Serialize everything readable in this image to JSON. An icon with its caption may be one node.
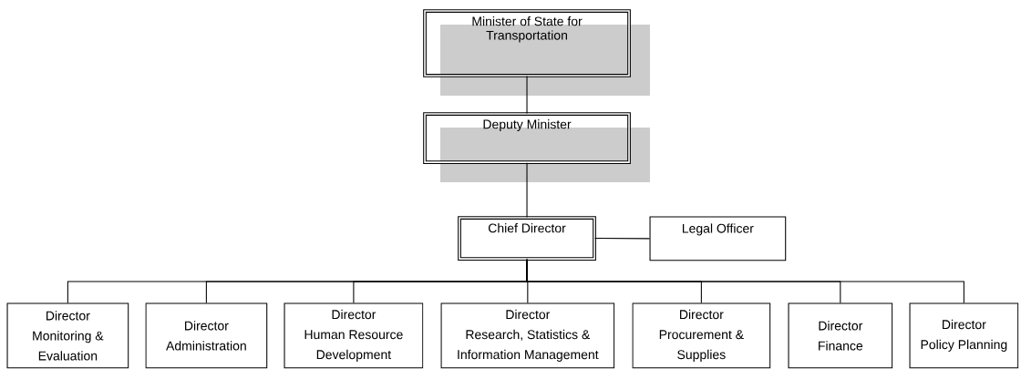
{
  "diagram": {
    "nodes": [
      {
        "text": [
          "Minister of State for Transportation"
        ]
      },
      {
        "text": [
          "Deputy Minister"
        ]
      },
      {
        "text": [
          "Chief Director"
        ]
      },
      {
        "text": [
          "Legal Officer"
        ]
      },
      {
        "text": [
          "Director",
          "Monitoring & Evaluation"
        ]
      },
      {
        "text": [
          "Director",
          "Administration"
        ]
      },
      {
        "text": [
          "Director",
          "Human Resource Development"
        ]
      },
      {
        "text": [
          "Director",
          "Research, Statistics & Information Management"
        ]
      },
      {
        "text": [
          "Director",
          "Procurement & Supplies"
        ]
      },
      {
        "text": [
          "Director",
          "Finance"
        ]
      },
      {
        "text": [
          "Director",
          "Policy Planning"
        ]
      }
    ],
    "edges": [
      {
        "from": 0,
        "to": 1,
        "arrow": "none"
      },
      {
        "from": 1,
        "to": 2,
        "arrow": "none"
      },
      {
        "from": 2,
        "to": 3,
        "arrow": "none"
      },
      {
        "from": 2,
        "to": 4,
        "arrow": "none"
      },
      {
        "from": 2,
        "to": 5,
        "arrow": "none"
      },
      {
        "from": 2,
        "to": 6,
        "arrow": "none"
      },
      {
        "from": 2,
        "to": 7,
        "arrow": "none"
      },
      {
        "from": 2,
        "to": 8,
        "arrow": "none"
      },
      {
        "from": 2,
        "to": 9,
        "arrow": "none"
      },
      {
        "from": 2,
        "to": 10,
        "arrow": "none"
      }
    ]
  }
}
